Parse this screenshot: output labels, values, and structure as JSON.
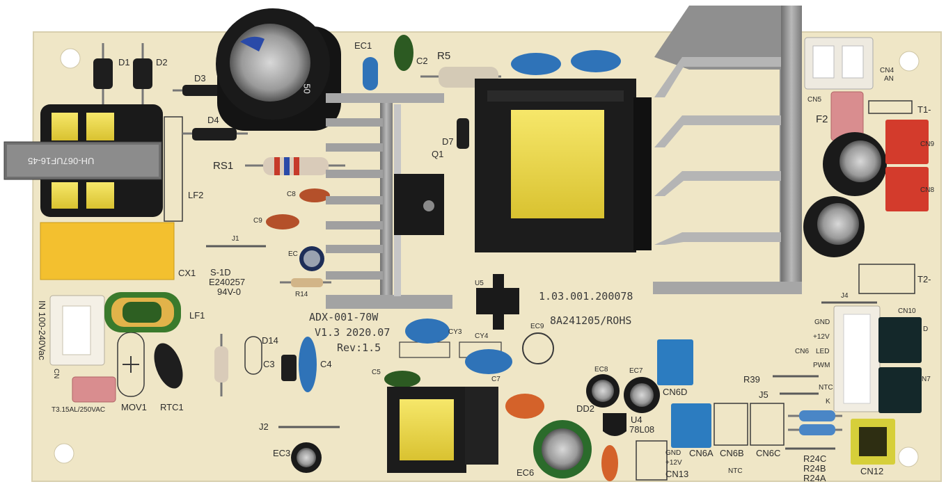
{
  "colors": {
    "pcb": "#efe6c6",
    "heatsink": "#8f8f8f",
    "transformer_core": "#1c1c1c",
    "transformer_tape": "#f2e04a",
    "capacitor_blue": "#2f73b8",
    "connector_red": "#d33b2c",
    "x_capacitor": "#f2c12e"
  },
  "labels": {
    "d1": "D1",
    "d2": "D2",
    "d3": "D3",
    "d4": "D4",
    "d7": "D7",
    "d14": "D14",
    "ec1": "EC1",
    "ec2": "EC",
    "ec3": "EC3",
    "ec6": "EC6",
    "ec7": "EC7",
    "ec8": "EC8",
    "ec9": "EC9",
    "c2": "C2",
    "c3": "C3",
    "c4": "C4",
    "c5": "C5",
    "c7": "C7",
    "c8": "C8",
    "c9": "C9",
    "cy3": "CY3",
    "cy4": "CY4",
    "r5": "R5",
    "rs1": "RS1",
    "r14": "R14",
    "r39": "R39",
    "r24c": "R24C",
    "r24b": "R24B",
    "r24a": "R24A",
    "q1": "Q1",
    "u4": "U4",
    "u4_part": "78L08",
    "u5": "U5",
    "lf1": "LF1",
    "lf2": "LF2",
    "cx1": "CX1",
    "j1": "J1",
    "j2": "J2",
    "j4": "J4",
    "j5": "J5",
    "f2": "F2",
    "t1": "T1-",
    "t2": "T2-",
    "cn4": "CN4",
    "cn4_sub": "AN",
    "cn5": "CN5",
    "cn6": "CN6",
    "cn6a": "CN6A",
    "cn6b": "CN6B",
    "cn6c": "CN6C",
    "cn6d": "CN6D",
    "cn7": "N7",
    "cn8": "CN8",
    "cn9": "CN9",
    "cn10": "CN10",
    "cn12": "CN12",
    "cn13": "CN13",
    "cn_input": "CN",
    "mov1": "MOV1",
    "rtc1": "RTC1",
    "dd2": "DD2",
    "model": "ADX-001-70W",
    "version": "V1.3 2020.07",
    "rev": "Rev:1.5",
    "serial": "1.03.001.200078",
    "cert": "8A241205/ROHS",
    "ul_1": "S-1D",
    "ul_2": "E240257",
    "ul_3": "94V-0",
    "input_spec": "IN 100-240Vac",
    "fuse_spec": "T3.15AL/250VAC",
    "pin_gnd": "GND",
    "pin_12v": "+12V",
    "pin_led": "LED",
    "pin_pwm": "PWM",
    "pin_ntc": "NTC",
    "pin_k": "K",
    "pin_d": "D",
    "cn13_gnd": "GND",
    "cn13_12v": "+12V",
    "ntc_bottom": "NTC",
    "choke_print": "UH-067UF16-45",
    "cap_mark": "50"
  }
}
